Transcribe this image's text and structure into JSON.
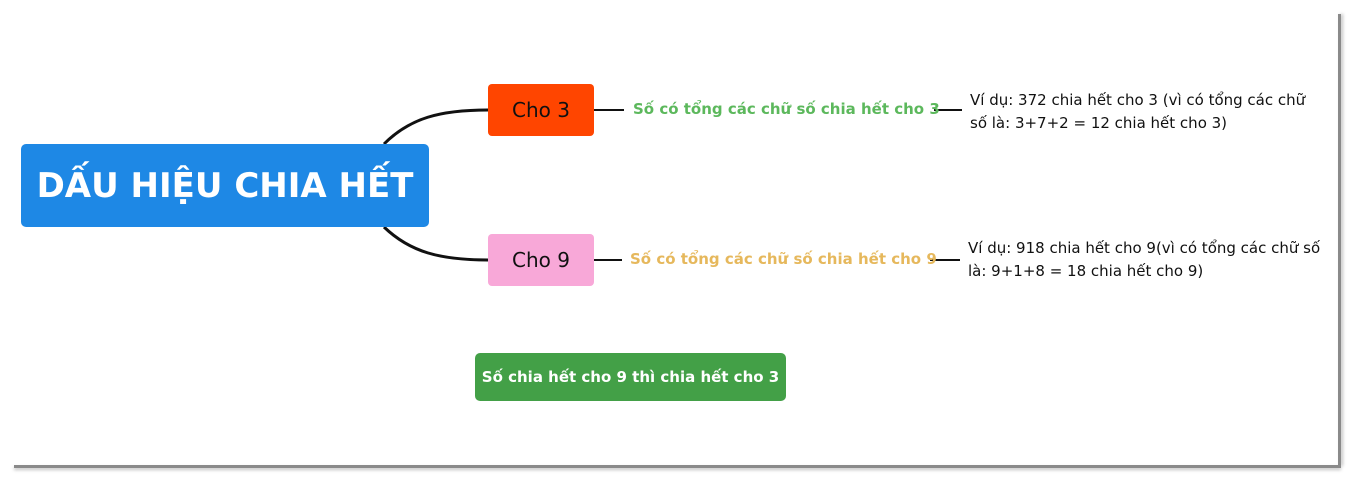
{
  "colors": {
    "root": "#1e88e5",
    "branch_3": "#ff4500",
    "branch_9": "#f8a8d8",
    "rule_3": "#5cb85c",
    "rule_9": "#e6b85c",
    "note": "#43a047",
    "connector": "#111111"
  },
  "root": {
    "label": "DẤU HIỆU CHIA HẾT"
  },
  "branches": [
    {
      "label": "Cho 3",
      "rule": "Số có tổng các chữ số chia hết cho 3",
      "example": "Ví dụ: 372 chia hết cho 3 (vì có tổng các chữ số là: 3+7+2 = 12 chia hết cho 3)"
    },
    {
      "label": "Cho 9",
      "rule": "Số có tổng các chữ số chia hết cho 9",
      "example": "Ví dụ: 918 chia hết cho 9(vì có tổng các chữ số là: 9+1+8 = 18 chia hết cho 9)"
    }
  ],
  "note": {
    "label": "Số chia hết cho 9 thì chia hết cho 3"
  }
}
